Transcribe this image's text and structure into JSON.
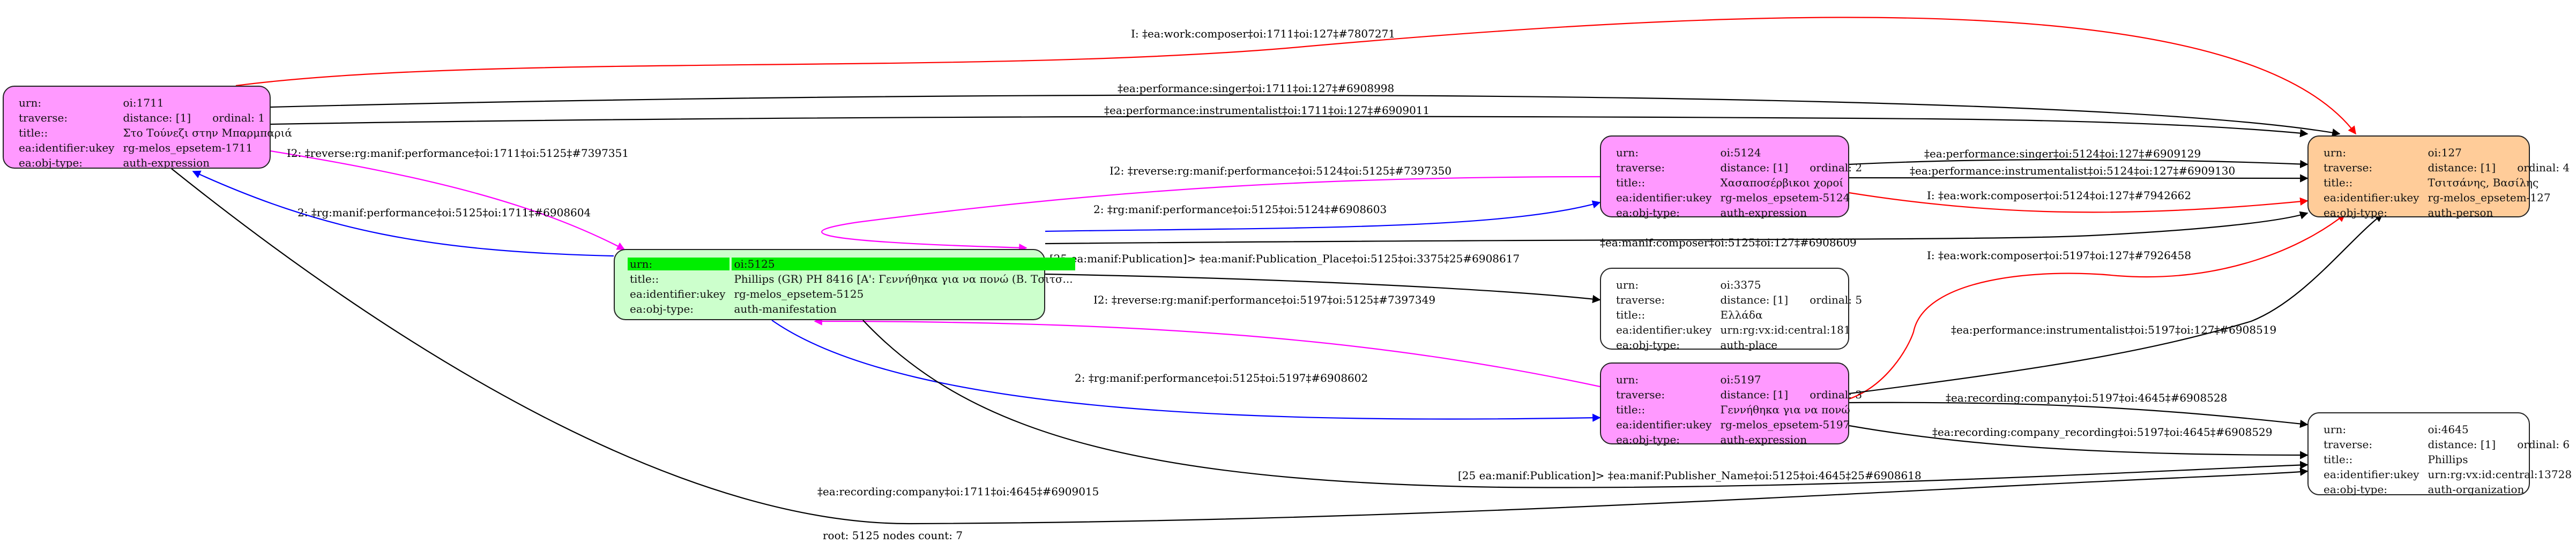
{
  "colors": {
    "expression": "#ff99ff",
    "manifestation": "#ccffcc",
    "manifestation_highlight": "#00ee00",
    "person": "#ffcc99",
    "place": "#ffffff",
    "organization": "#ffffff",
    "edge_red": "#ff0000",
    "edge_blue": "#0000ff",
    "edge_magenta": "#ff00ff",
    "edge_black": "#000000"
  },
  "labels": {
    "urn": "urn:",
    "traverse": "traverse:",
    "title": "title::",
    "ukey": "ea:identifier:ukey",
    "objtype": "ea:obj-type:"
  },
  "nodes": {
    "n1711": {
      "urn": "oi:1711",
      "distance": "distance: [1]",
      "ordinal": "ordinal: 1",
      "title": "Στο Τούνεζι στην Μπαρμπαριά",
      "ukey": "rg-melos_epsetem-1711",
      "objtype": "auth-expression"
    },
    "n5125": {
      "urn": "oi:5125",
      "title": "Phillips (GR) PH 8416 [Α': Γεννήθηκα για να πονώ (Β. Τσιτσ...",
      "ukey": "rg-melos_epsetem-5125",
      "objtype": "auth-manifestation"
    },
    "n5124": {
      "urn": "oi:5124",
      "distance": "distance: [1]",
      "ordinal": "ordinal: 2",
      "title": "Χασαποσέρβικοι χοροί",
      "ukey": "rg-melos_epsetem-5124",
      "objtype": "auth-expression"
    },
    "n127": {
      "urn": "oi:127",
      "distance": "distance: [1]",
      "ordinal": "ordinal: 4",
      "title": "Τσιτσάνης, Βασίλης",
      "ukey": "rg-melos_epsetem-127",
      "objtype": "auth-person"
    },
    "n3375": {
      "urn": "oi:3375",
      "distance": "distance: [1]",
      "ordinal": "ordinal: 5",
      "title": "Ελλάδα",
      "ukey": "urn:rg:vx:id:central:181",
      "objtype": "auth-place"
    },
    "n5197": {
      "urn": "oi:5197",
      "distance": "distance: [1]",
      "ordinal": "ordinal: 3",
      "title": "Γεννήθηκα για να πονώ",
      "ukey": "rg-melos_epsetem-5197",
      "objtype": "auth-expression"
    },
    "n4645": {
      "urn": "oi:4645",
      "distance": "distance: [1]",
      "ordinal": "ordinal: 6",
      "title": "Phillips",
      "ukey": "urn:rg:vx:id:central:13728",
      "objtype": "auth-organization"
    }
  },
  "edges": [
    {
      "id": "e1",
      "color": "red",
      "label": "I: ‡ea:work:composer‡oi:1711‡oi:127‡#7807271"
    },
    {
      "id": "e2",
      "color": "black",
      "label": "‡ea:performance:singer‡oi:1711‡oi:127‡#6908998"
    },
    {
      "id": "e3",
      "color": "black",
      "label": "‡ea:performance:instrumentalist‡oi:1711‡oi:127‡#6909011"
    },
    {
      "id": "e4",
      "color": "magenta",
      "label": "I2: ‡reverse:rg:manif:performance‡oi:1711‡oi:5125‡#7397351"
    },
    {
      "id": "e5",
      "color": "blue",
      "label": "2: ‡rg:manif:performance‡oi:5125‡oi:1711‡#6908604"
    },
    {
      "id": "e6",
      "color": "magenta",
      "label": "I2: ‡reverse:rg:manif:performance‡oi:5124‡oi:5125‡#7397350"
    },
    {
      "id": "e7",
      "color": "blue",
      "label": "2: ‡rg:manif:performance‡oi:5125‡oi:5124‡#6908603"
    },
    {
      "id": "e8",
      "color": "black",
      "label": "‡ea:manif:composer‡oi:5125‡oi:127‡#6908609"
    },
    {
      "id": "e9",
      "color": "black",
      "label": "[25 ea:manif:Publication]> ‡ea:manif:Publication_Place‡oi:5125‡oi:3375‡25#6908617"
    },
    {
      "id": "e10",
      "color": "black",
      "label": "‡ea:performance:singer‡oi:5124‡oi:127‡#6909129"
    },
    {
      "id": "e11",
      "color": "black",
      "label": "‡ea:performance:instrumentalist‡oi:5124‡oi:127‡#6909130"
    },
    {
      "id": "e12",
      "color": "red",
      "label": "I: ‡ea:work:composer‡oi:5124‡oi:127‡#7942662"
    },
    {
      "id": "e13",
      "color": "red",
      "label": "I: ‡ea:work:composer‡oi:5197‡oi:127‡#7926458"
    },
    {
      "id": "e14",
      "color": "magenta",
      "label": "I2: ‡reverse:rg:manif:performance‡oi:5197‡oi:5125‡#7397349"
    },
    {
      "id": "e15",
      "color": "black",
      "label": "‡ea:performance:instrumentalist‡oi:5197‡oi:127‡#6908519"
    },
    {
      "id": "e16",
      "color": "blue",
      "label": "2: ‡rg:manif:performance‡oi:5125‡oi:5197‡#6908602"
    },
    {
      "id": "e17",
      "color": "black",
      "label": "‡ea:recording:company‡oi:5197‡oi:4645‡#6908528"
    },
    {
      "id": "e18",
      "color": "black",
      "label": "‡ea:recording:company_recording‡oi:5197‡oi:4645‡#6908529"
    },
    {
      "id": "e19",
      "color": "black",
      "label": "[25 ea:manif:Publication]> ‡ea:manif:Publisher_Name‡oi:5125‡oi:4645‡25#6908618"
    },
    {
      "id": "e20",
      "color": "black",
      "label": "‡ea:recording:company‡oi:1711‡oi:4645‡#6909015"
    }
  ],
  "footer": "root: 5125 nodes count: 7"
}
